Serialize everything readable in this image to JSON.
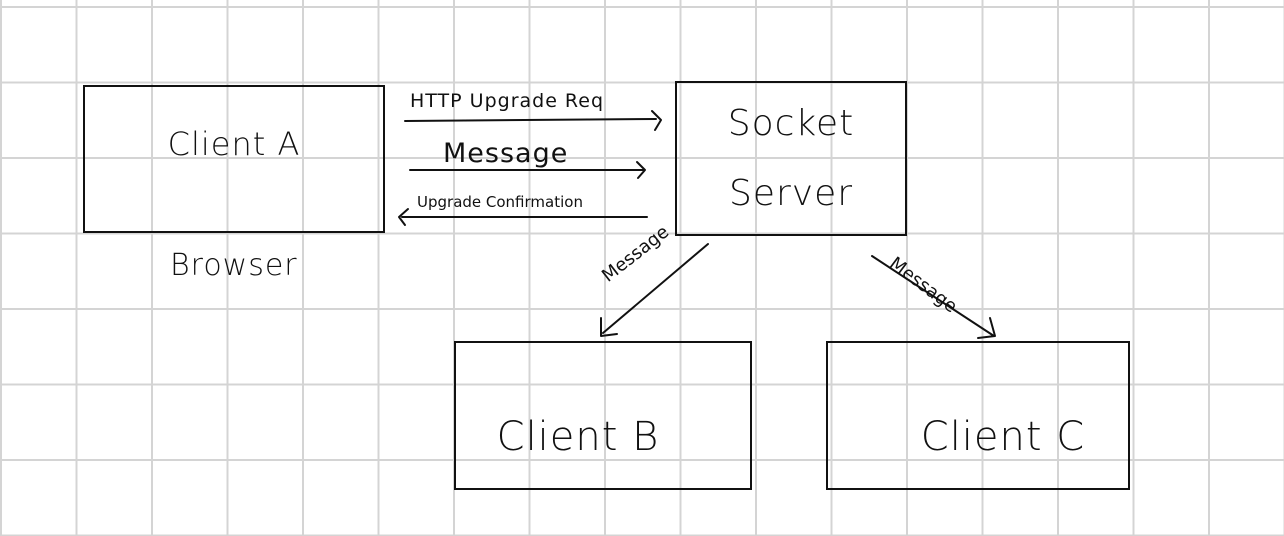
{
  "nodes": {
    "client_a": "Client A",
    "socket_server_line1": "Socket",
    "socket_server_line2": "Server",
    "client_b": "Client B",
    "client_c": "Client C",
    "browser": "Browser"
  },
  "edges": {
    "http_upgrade": "HTTP Upgrade Req",
    "message_a_to_server": "Message",
    "upgrade_confirmation": "Upgrade Confirmation",
    "message_to_b": "Message",
    "message_to_c": "Message"
  },
  "colors": {
    "ink": "#111111",
    "grid": "#d4d4d4",
    "background": "#ffffff"
  }
}
